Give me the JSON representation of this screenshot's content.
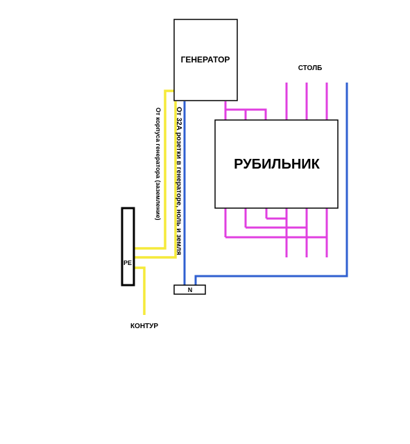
{
  "colors": {
    "phase": "#e040e0",
    "neutral": "#3060d0",
    "ground": "#f5ea3a",
    "outline": "#000000"
  },
  "labels": {
    "generator": "ГЕНЕРАТОР",
    "switch": "РУБИЛЬНИК",
    "pole": "СТОЛБ",
    "pe": "PE",
    "neutral_bus": "N",
    "ground_contour": "КОНТУР",
    "ground_wire_note": "От корпуса генератора (заземление)",
    "socket_wire_note": "От 32А розетки в генераторе, ноль и земля"
  }
}
